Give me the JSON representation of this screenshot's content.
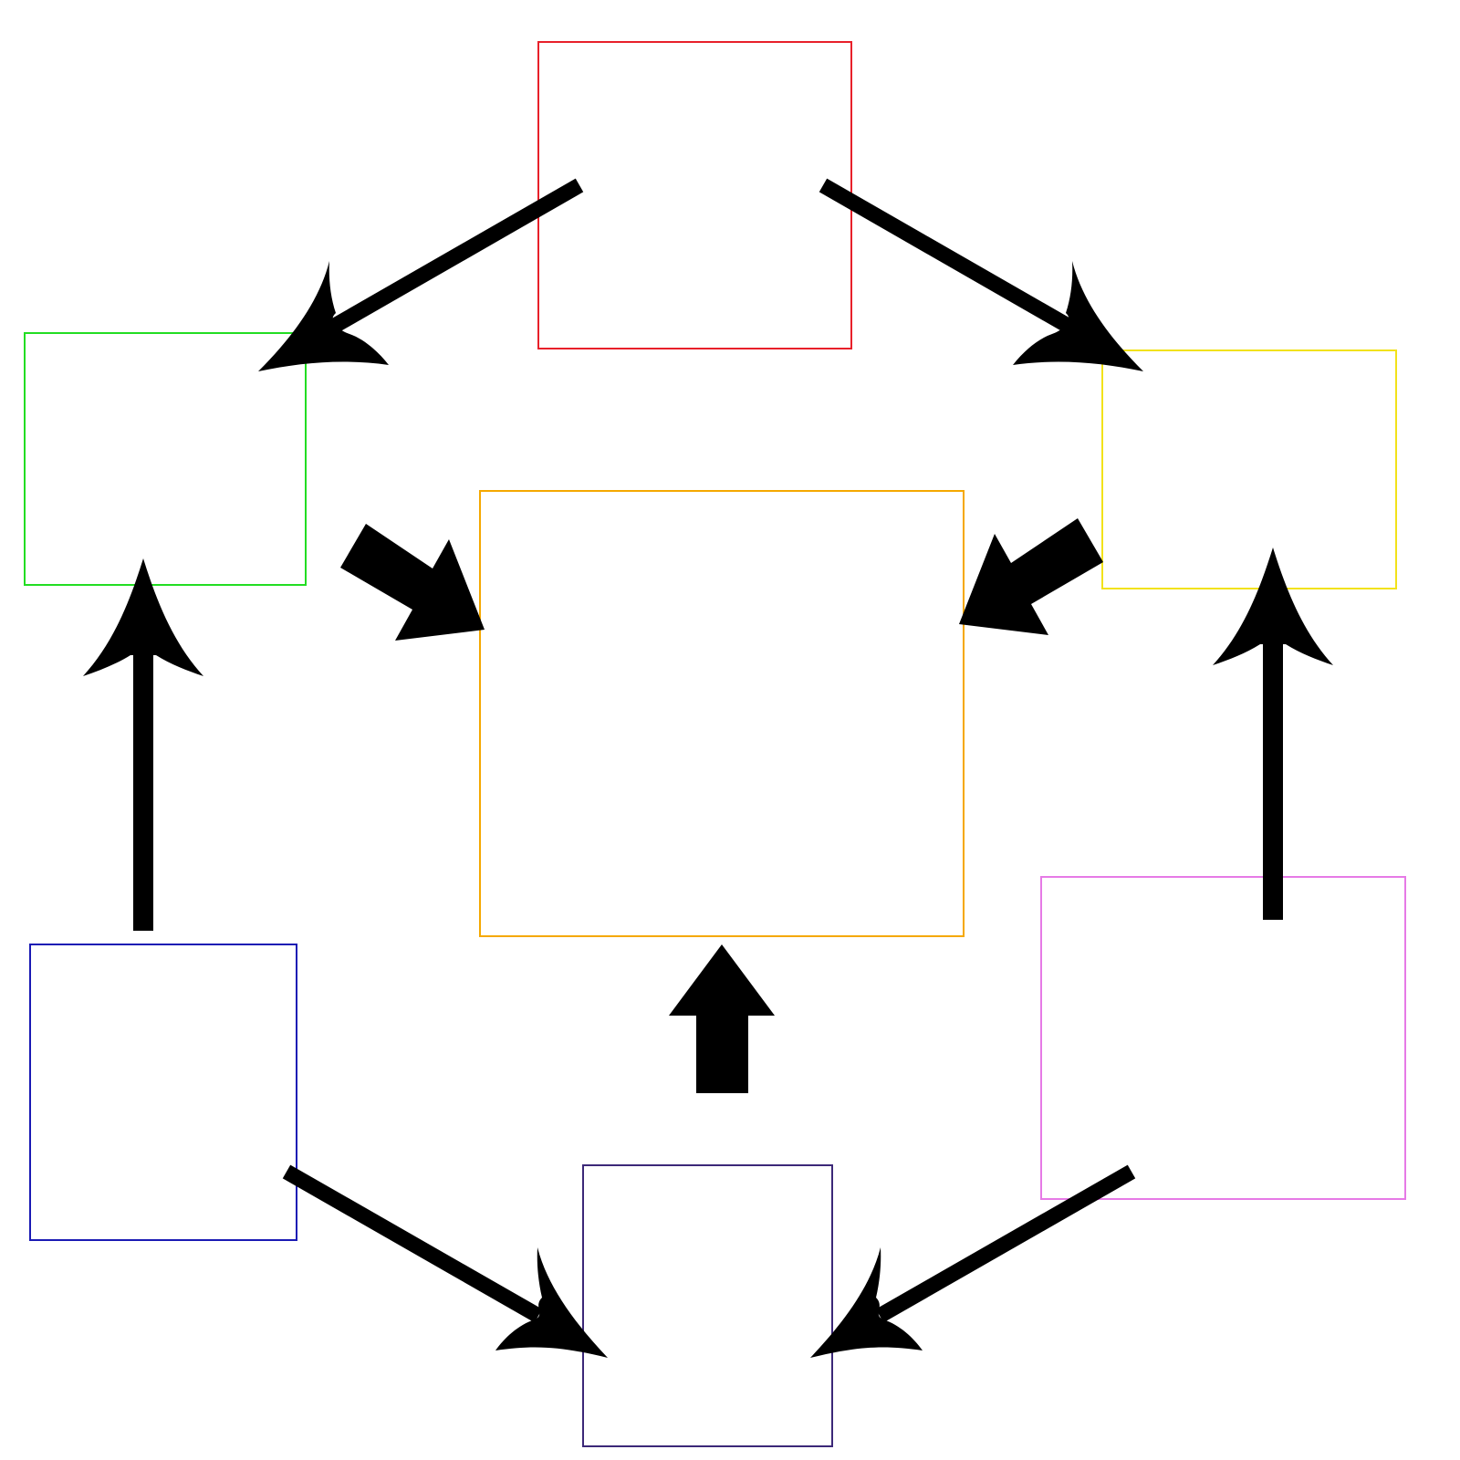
{
  "diagram": {
    "boxes": [
      {
        "id": "top",
        "color": "#e8202a"
      },
      {
        "id": "upper-left",
        "color": "#22dd22"
      },
      {
        "id": "upper-right",
        "color": "#f2e21a"
      },
      {
        "id": "center",
        "color": "#f5a800"
      },
      {
        "id": "lower-left",
        "color": "#1a1ab4"
      },
      {
        "id": "lower-right",
        "color": "#e67ae6"
      },
      {
        "id": "bottom",
        "color": "#3c2878"
      }
    ],
    "arrows": [
      {
        "from": "top",
        "to": "upper-left",
        "style": "curved-head"
      },
      {
        "from": "top",
        "to": "upper-right",
        "style": "curved-head"
      },
      {
        "from": "lower-left",
        "to": "upper-left",
        "style": "curved-head"
      },
      {
        "from": "lower-right",
        "to": "upper-right",
        "style": "curved-head"
      },
      {
        "from": "lower-left",
        "to": "bottom",
        "style": "curved-head"
      },
      {
        "from": "lower-right",
        "to": "bottom",
        "style": "curved-head"
      },
      {
        "from": "upper-left",
        "to": "center",
        "style": "block"
      },
      {
        "from": "upper-right",
        "to": "center",
        "style": "block"
      },
      {
        "from": "bottom",
        "to": "center",
        "style": "block"
      }
    ],
    "text_labels": []
  }
}
